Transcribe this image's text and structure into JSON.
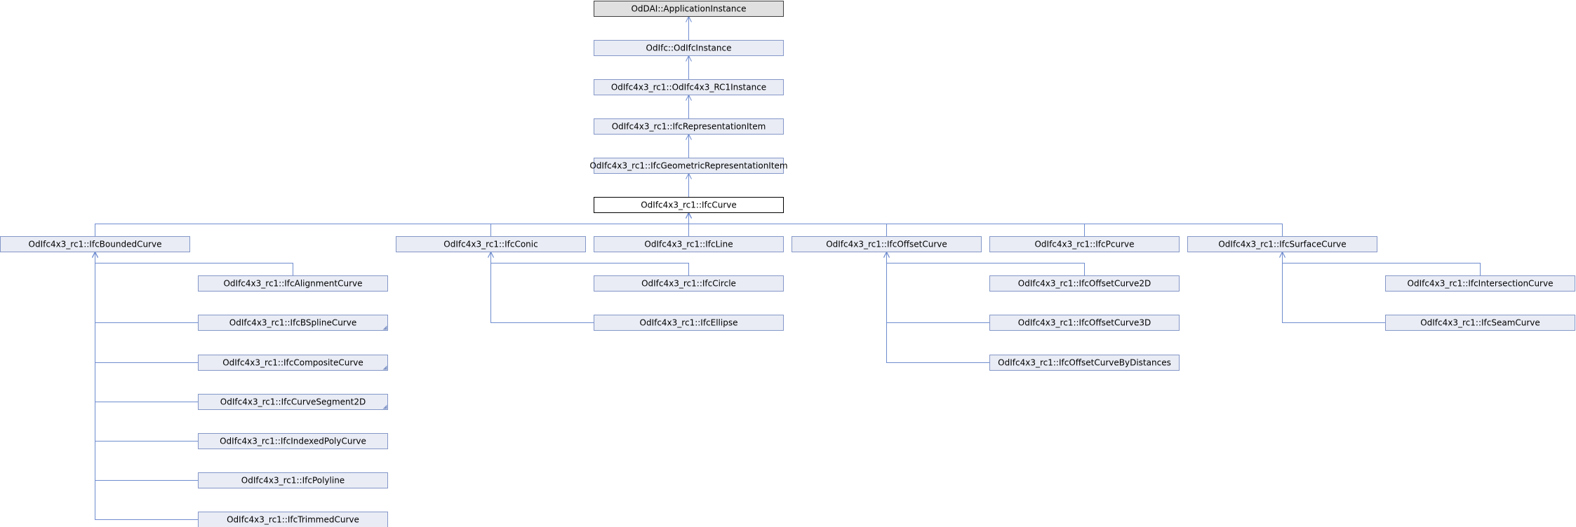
{
  "diagram": {
    "colors": {
      "node_fill": "#e9ecf5",
      "node_border": "#8497c8",
      "root_fill": "#e0e0e0",
      "root_border": "#404040",
      "focus_fill": "#ffffff",
      "focus_border": "#000000",
      "edge": "#6f8ccf"
    },
    "nodes": [
      {
        "id": "app_instance",
        "label": "OdDAI::ApplicationInstance",
        "style": "root"
      },
      {
        "id": "ifc_instance",
        "label": "OdIfc::OdIfcInstance"
      },
      {
        "id": "rc1_instance",
        "label": "OdIfc4x3_rc1::OdIfc4x3_RC1Instance"
      },
      {
        "id": "repr_item",
        "label": "OdIfc4x3_rc1::IfcRepresentationItem"
      },
      {
        "id": "geom_repr_item",
        "label": "OdIfc4x3_rc1::IfcGeometricRepresentationItem"
      },
      {
        "id": "curve",
        "label": "OdIfc4x3_rc1::IfcCurve",
        "style": "focus"
      },
      {
        "id": "bounded_curve",
        "label": "OdIfc4x3_rc1::IfcBoundedCurve"
      },
      {
        "id": "conic",
        "label": "OdIfc4x3_rc1::IfcConic"
      },
      {
        "id": "line",
        "label": "OdIfc4x3_rc1::IfcLine"
      },
      {
        "id": "offset_curve",
        "label": "OdIfc4x3_rc1::IfcOffsetCurve"
      },
      {
        "id": "pcurve",
        "label": "OdIfc4x3_rc1::IfcPcurve"
      },
      {
        "id": "surface_curve",
        "label": "OdIfc4x3_rc1::IfcSurfaceCurve"
      },
      {
        "id": "alignment_curve",
        "label": "OdIfc4x3_rc1::IfcAlignmentCurve"
      },
      {
        "id": "bspline_curve",
        "label": "OdIfc4x3_rc1::IfcBSplineCurve",
        "has_more": true
      },
      {
        "id": "composite_curve",
        "label": "OdIfc4x3_rc1::IfcCompositeCurve",
        "has_more": true
      },
      {
        "id": "curve_segment_2d",
        "label": "OdIfc4x3_rc1::IfcCurveSegment2D",
        "has_more": true
      },
      {
        "id": "indexed_poly_curve",
        "label": "OdIfc4x3_rc1::IfcIndexedPolyCurve"
      },
      {
        "id": "polyline",
        "label": "OdIfc4x3_rc1::IfcPolyline"
      },
      {
        "id": "trimmed_curve",
        "label": "OdIfc4x3_rc1::IfcTrimmedCurve"
      },
      {
        "id": "circle",
        "label": "OdIfc4x3_rc1::IfcCircle"
      },
      {
        "id": "ellipse",
        "label": "OdIfc4x3_rc1::IfcEllipse"
      },
      {
        "id": "offset_curve_2d",
        "label": "OdIfc4x3_rc1::IfcOffsetCurve2D"
      },
      {
        "id": "offset_curve_3d",
        "label": "OdIfc4x3_rc1::IfcOffsetCurve3D"
      },
      {
        "id": "offset_curve_by_distances",
        "label": "OdIfc4x3_rc1::IfcOffsetCurveByDistances"
      },
      {
        "id": "intersection_curve",
        "label": "OdIfc4x3_rc1::IfcIntersectionCurve"
      },
      {
        "id": "seam_curve",
        "label": "OdIfc4x3_rc1::IfcSeamCurve"
      }
    ],
    "edges": [
      {
        "from": "ifc_instance",
        "to": "app_instance"
      },
      {
        "from": "rc1_instance",
        "to": "ifc_instance"
      },
      {
        "from": "repr_item",
        "to": "rc1_instance"
      },
      {
        "from": "geom_repr_item",
        "to": "repr_item"
      },
      {
        "from": "curve",
        "to": "geom_repr_item"
      },
      {
        "from": "bounded_curve",
        "to": "curve"
      },
      {
        "from": "conic",
        "to": "curve"
      },
      {
        "from": "line",
        "to": "curve"
      },
      {
        "from": "offset_curve",
        "to": "curve"
      },
      {
        "from": "pcurve",
        "to": "curve"
      },
      {
        "from": "surface_curve",
        "to": "curve"
      },
      {
        "from": "alignment_curve",
        "to": "bounded_curve"
      },
      {
        "from": "bspline_curve",
        "to": "bounded_curve"
      },
      {
        "from": "composite_curve",
        "to": "bounded_curve"
      },
      {
        "from": "curve_segment_2d",
        "to": "bounded_curve"
      },
      {
        "from": "indexed_poly_curve",
        "to": "bounded_curve"
      },
      {
        "from": "polyline",
        "to": "bounded_curve"
      },
      {
        "from": "trimmed_curve",
        "to": "bounded_curve"
      },
      {
        "from": "circle",
        "to": "conic"
      },
      {
        "from": "ellipse",
        "to": "conic"
      },
      {
        "from": "offset_curve_2d",
        "to": "offset_curve"
      },
      {
        "from": "offset_curve_3d",
        "to": "offset_curve"
      },
      {
        "from": "offset_curve_by_distances",
        "to": "offset_curve"
      },
      {
        "from": "intersection_curve",
        "to": "surface_curve"
      },
      {
        "from": "seam_curve",
        "to": "surface_curve"
      }
    ]
  }
}
